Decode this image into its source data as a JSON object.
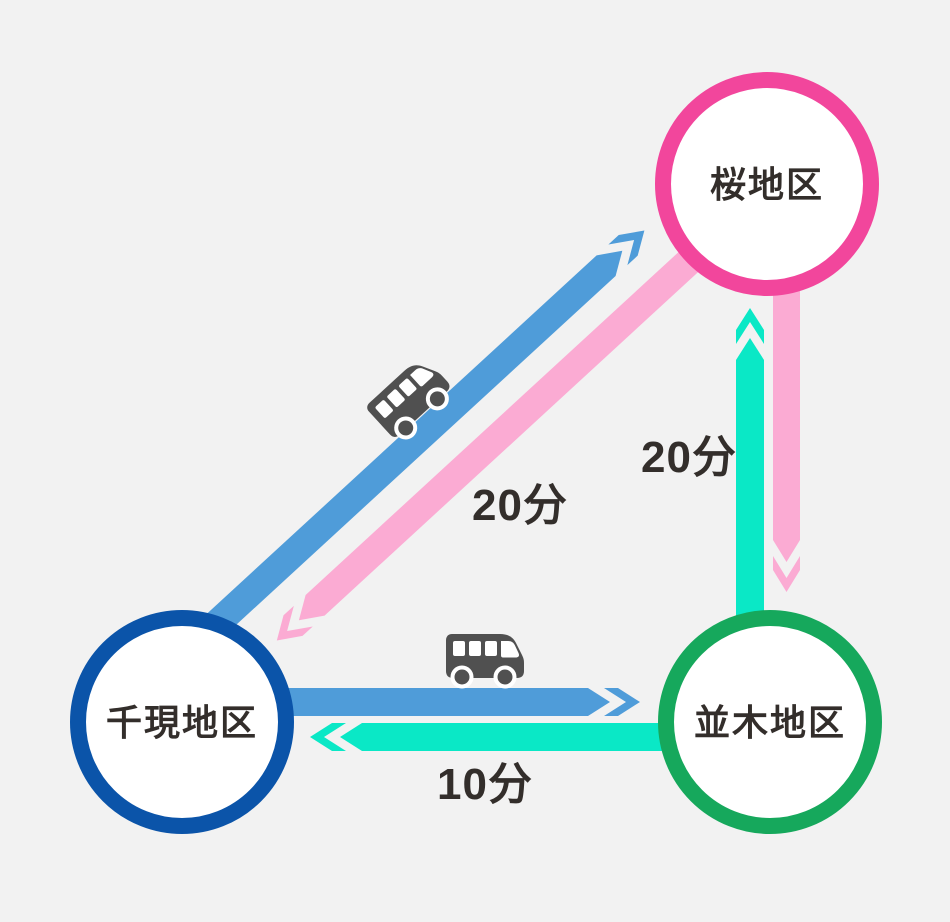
{
  "diagram": {
    "type": "district-bus-route-diagram",
    "nodes": [
      {
        "id": "sakura",
        "label": "桜地区",
        "ring_color": "#F2469C"
      },
      {
        "id": "sengen",
        "label": "千現地区",
        "ring_color": "#0B54A9"
      },
      {
        "id": "namiki",
        "label": "並木地区",
        "ring_color": "#16A85C"
      }
    ],
    "routes": [
      {
        "name": "sengen-sakura",
        "endpoints": [
          "千現地区",
          "桜地区"
        ],
        "duration": "20分",
        "icon": "bus-icon",
        "arrows": [
          {
            "direction": "千現地区 → 桜地区",
            "color": "#4F9CD9"
          },
          {
            "direction": "桜地区 → 千現地区",
            "color": "#FBABD3"
          }
        ]
      },
      {
        "name": "namiki-sakura",
        "endpoints": [
          "並木地区",
          "桜地区"
        ],
        "duration": "20分",
        "arrows": [
          {
            "direction": "並木地区 → 桜地区",
            "color": "#0AE8C6"
          },
          {
            "direction": "桜地区 → 並木地区",
            "color": "#FBABD3"
          }
        ]
      },
      {
        "name": "sengen-namiki",
        "endpoints": [
          "千現地区",
          "並木地区"
        ],
        "duration": "10分",
        "icon": "bus-icon",
        "arrows": [
          {
            "direction": "千現地区 → 並木地区",
            "color": "#4F9CD9"
          },
          {
            "direction": "並木地区 → 千現地区",
            "color": "#0AE8C6"
          }
        ]
      }
    ],
    "colors": {
      "background": "#F2F2F2",
      "node_fill": "#FFFFFF",
      "label_text": "#332E2B",
      "duration_text": "#332E2B",
      "bus_icon": "#505050"
    }
  }
}
